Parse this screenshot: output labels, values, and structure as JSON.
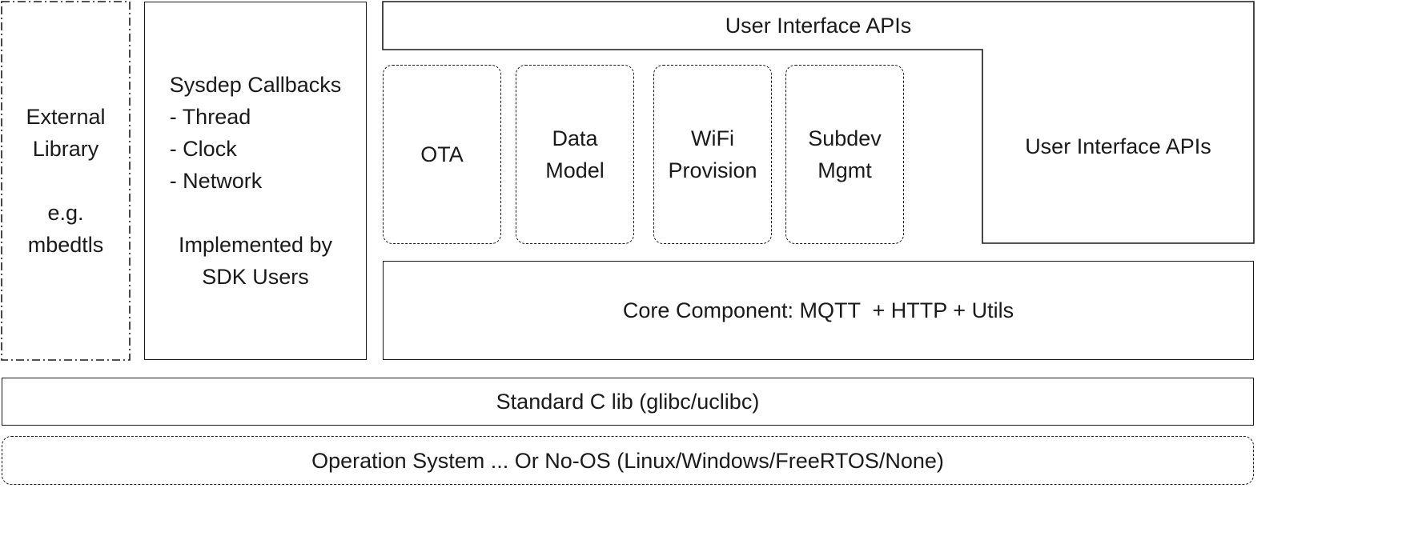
{
  "external_library": {
    "lines": [
      "External",
      "Library",
      " ",
      "e.g.",
      "mbedtls"
    ]
  },
  "sysdep": {
    "lines": [
      "Sysdep Callbacks",
      "- Thread",
      "- Clock",
      "- Network"
    ],
    "implemented": [
      "Implemented by",
      "SDK Users"
    ]
  },
  "ui_apis_top": "User Interface APIs",
  "ui_apis_right": "User Interface APIs",
  "modules": [
    {
      "lines": [
        "OTA"
      ]
    },
    {
      "lines": [
        "Data",
        "Model"
      ]
    },
    {
      "lines": [
        "WiFi",
        "Provision"
      ]
    },
    {
      "lines": [
        "Subdev",
        "Mgmt"
      ]
    }
  ],
  "core_component": "Core Component: MQTT  + HTTP + Utils",
  "std_c_lib": "Standard C lib (glibc/uclibc)",
  "os_layer": "Operation System ... Or No-OS (Linux/Windows/FreeRTOS/None)"
}
